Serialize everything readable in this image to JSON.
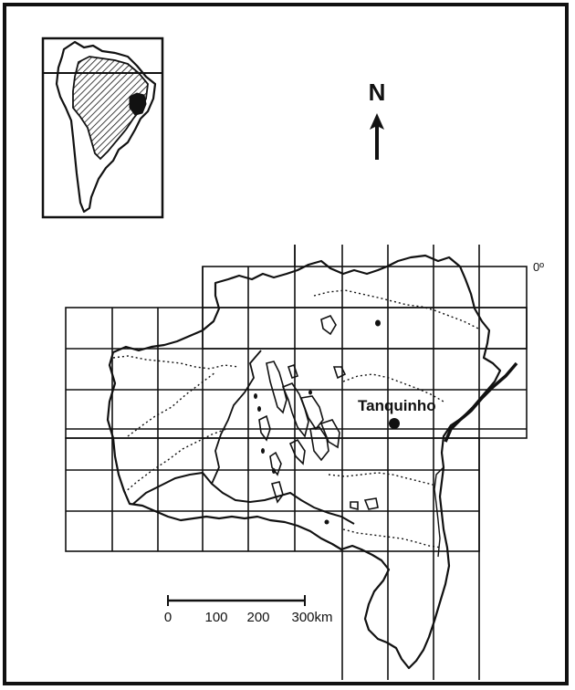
{
  "north_label": "N",
  "place_label": "Tanquinho",
  "latitude_label": "0º",
  "scale_bar": {
    "ticks": [
      "0",
      "100",
      "200",
      "300km"
    ]
  },
  "colors": {
    "ink": "#111111",
    "paper": "#ffffff"
  },
  "icons": {
    "north_arrow": "north-arrow-icon",
    "locality": "filled-circle-marker-icon"
  }
}
